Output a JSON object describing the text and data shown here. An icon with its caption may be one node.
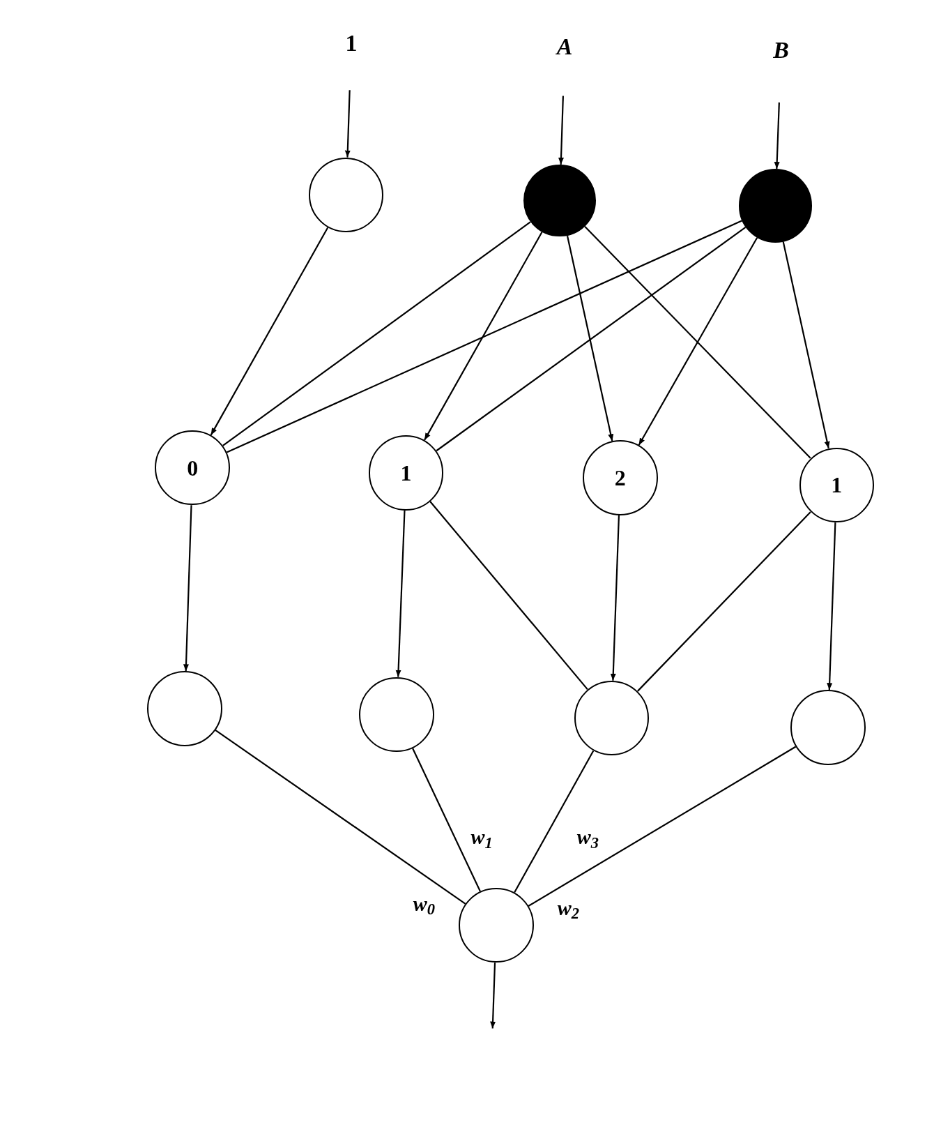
{
  "diagram": {
    "nodes": [
      {
        "text": [
          "1"
        ]
      },
      {
        "text": [
          "A"
        ]
      },
      {
        "text": [
          "B"
        ]
      },
      {
        "text": [],
        "shape": "circle"
      },
      {
        "text": [],
        "shape": "disk"
      },
      {
        "text": [],
        "shape": "disk"
      },
      {
        "text": [
          "0"
        ]
      },
      {
        "text": [
          "1"
        ]
      },
      {
        "text": [
          "2"
        ]
      },
      {
        "text": [
          "1"
        ]
      },
      {
        "text": [],
        "shape": "circle"
      },
      {
        "text": [],
        "shape": "circle"
      },
      {
        "text": [],
        "shape": "circle"
      },
      {
        "text": [],
        "shape": "circle"
      },
      {
        "text": [],
        "shape": "circle"
      }
    ],
    "edges": [
      {
        "from": 0,
        "to": 3,
        "arrow": "to"
      },
      {
        "from": 1,
        "to": 4,
        "arrow": "to"
      },
      {
        "from": 2,
        "to": 5,
        "arrow": "to"
      },
      {
        "from": 3,
        "to": 6,
        "arrow": "to"
      },
      {
        "from": 4,
        "to": 6,
        "arrow": "none"
      },
      {
        "from": 4,
        "to": 7,
        "arrow": "to"
      },
      {
        "from": 4,
        "to": 8,
        "arrow": "to"
      },
      {
        "from": 4,
        "to": 9,
        "arrow": "none"
      },
      {
        "from": 5,
        "to": 6,
        "arrow": "none"
      },
      {
        "from": 5,
        "to": 7,
        "arrow": "none"
      },
      {
        "from": 5,
        "to": 8,
        "arrow": "to"
      },
      {
        "from": 5,
        "to": 9,
        "arrow": "to"
      },
      {
        "from": 6,
        "to": 10,
        "arrow": "to"
      },
      {
        "from": 7,
        "to": 11,
        "arrow": "to"
      },
      {
        "from": 7,
        "to": 12,
        "arrow": "none"
      },
      {
        "from": 8,
        "to": 12,
        "arrow": "to"
      },
      {
        "from": 9,
        "to": 12,
        "arrow": "none"
      },
      {
        "from": 9,
        "to": 13,
        "arrow": "to"
      },
      {
        "from": 10,
        "to": 14,
        "arrow": "none",
        "label": "w$_{0}$"
      },
      {
        "from": 11,
        "to": 14,
        "arrow": "none",
        "label": "w$_{1}$"
      },
      {
        "from": 12,
        "to": 14,
        "arrow": "none",
        "label": "w$_{3}$"
      },
      {
        "from": 13,
        "to": 14,
        "arrow": "none",
        "label": "w$_{2}$"
      },
      {
        "from": 14,
        "to": null,
        "arrow": "to"
      }
    ]
  }
}
